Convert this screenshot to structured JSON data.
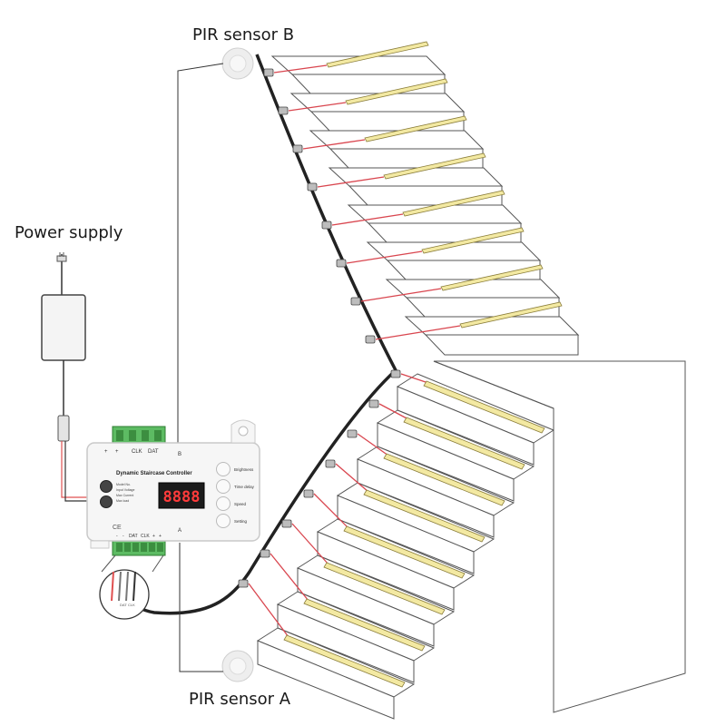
{
  "labels": {
    "pir_b": "PIR sensor B",
    "pir_a": "PIR sensor A",
    "power": "Power supply"
  },
  "controller": {
    "title": "Dynamic Staircase Controller",
    "display": "8888",
    "top_terminals": [
      "+",
      "+",
      "CLK",
      "DAT"
    ],
    "bottom_terminals": [
      "-",
      "-",
      "DAT",
      "CLK",
      "+",
      "+"
    ],
    "port_b": "B",
    "port_a": "A",
    "buttons": [
      {
        "label": "Brightness"
      },
      {
        "label": "Time delay"
      },
      {
        "label": "Speed"
      },
      {
        "label": "Setting"
      }
    ],
    "spec_lines": [
      "Model No.",
      "Input Voltage",
      "Max Current",
      "Max load"
    ]
  },
  "magnifier_labels": [
    "DAT",
    "CLK"
  ],
  "colors": {
    "led": "#f3e9a2",
    "wire_red": "#d9464f",
    "wire_dark": "#222222",
    "stair_line": "#555555",
    "terminal_green": "#4caf50"
  }
}
